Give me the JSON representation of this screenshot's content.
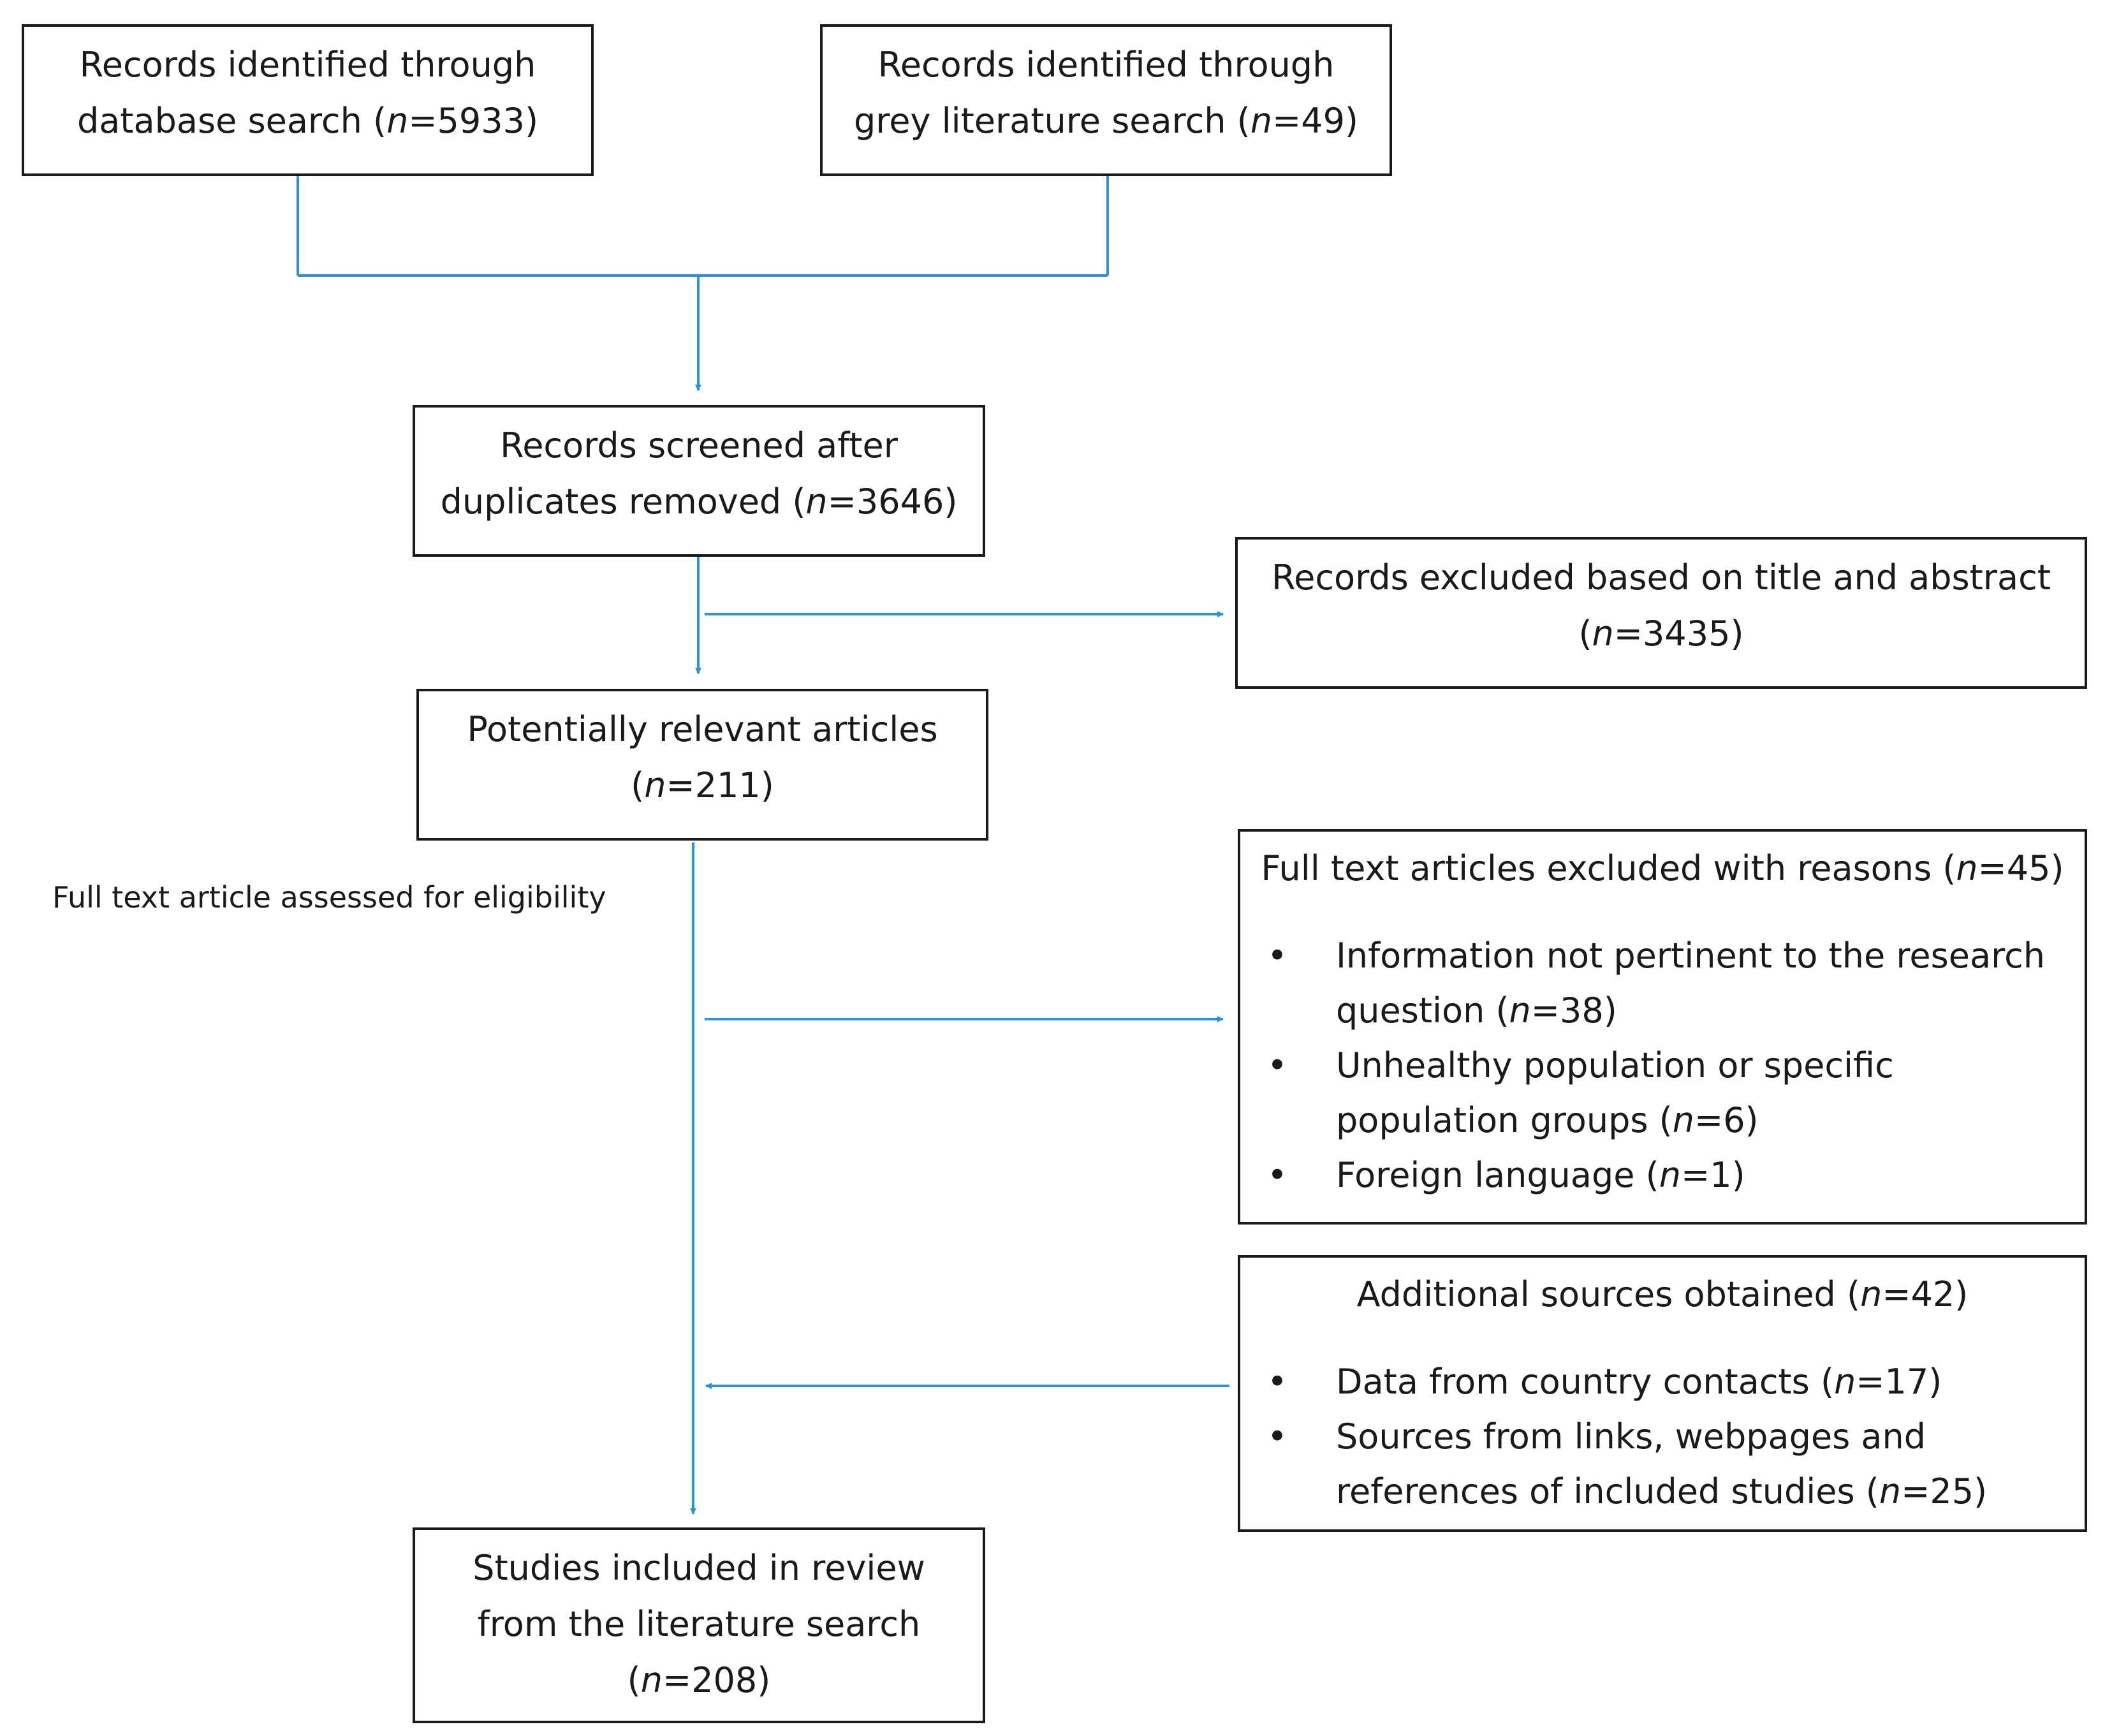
{
  "colors": {
    "connector": "#2a93d5",
    "box_border": "#1a1a1a",
    "text": "#1a1a1a"
  },
  "boxes": {
    "database_search": {
      "line1": "Records identified through",
      "line2_prefix": "database search (",
      "line2_n": "n",
      "line2_suffix": "=5933)"
    },
    "grey_literature": {
      "line1": "Records identified through",
      "line2_prefix": "grey literature search (",
      "line2_n": "n",
      "line2_suffix": "=49)"
    },
    "screened": {
      "line1": "Records screened after",
      "line2_prefix": "duplicates removed (",
      "line2_n": "n",
      "line2_suffix": "=3646)"
    },
    "excluded_title_abstract": {
      "line1": "Records excluded based on title and abstract",
      "line2_prefix": "(",
      "line2_n": "n",
      "line2_suffix": "=3435)"
    },
    "potentially_relevant": {
      "line1": "Potentially relevant articles",
      "line2_prefix": "(",
      "line2_n": "n",
      "line2_suffix": "=211)"
    },
    "full_text_excluded": {
      "head_prefix": "Full text articles excluded with reasons (",
      "head_n": "n",
      "head_suffix": "=45)",
      "items": [
        {
          "line1": "Information not pertinent to the research",
          "line2_prefix": "question (",
          "line2_n": "n",
          "line2_suffix": "=38)"
        },
        {
          "line1": "Unhealthy population or specific",
          "line2_prefix": "population groups (",
          "line2_n": "n",
          "line2_suffix": "=6)"
        },
        {
          "line1_prefix": "Foreign language (",
          "line1_n": "n",
          "line1_suffix": "=1)"
        }
      ]
    },
    "additional_sources": {
      "head_prefix": "Additional sources obtained (",
      "head_n": "n",
      "head_suffix": "=42)",
      "items": [
        {
          "line1_prefix": "Data from country contacts (",
          "line1_n": "n",
          "line1_suffix": "=17)"
        },
        {
          "line1": "Sources from links, webpages and",
          "line2_prefix": "references of included studies (",
          "line2_n": "n",
          "line2_suffix": "=25)"
        }
      ]
    },
    "included": {
      "line1": "Studies included in review",
      "line2": "from the literature search",
      "line3_prefix": "(",
      "line3_n": "n",
      "line3_suffix": "=208)"
    }
  },
  "labels": {
    "full_text_assessed": "Full text article assessed for eligibility"
  },
  "bullet_glyph": "•"
}
